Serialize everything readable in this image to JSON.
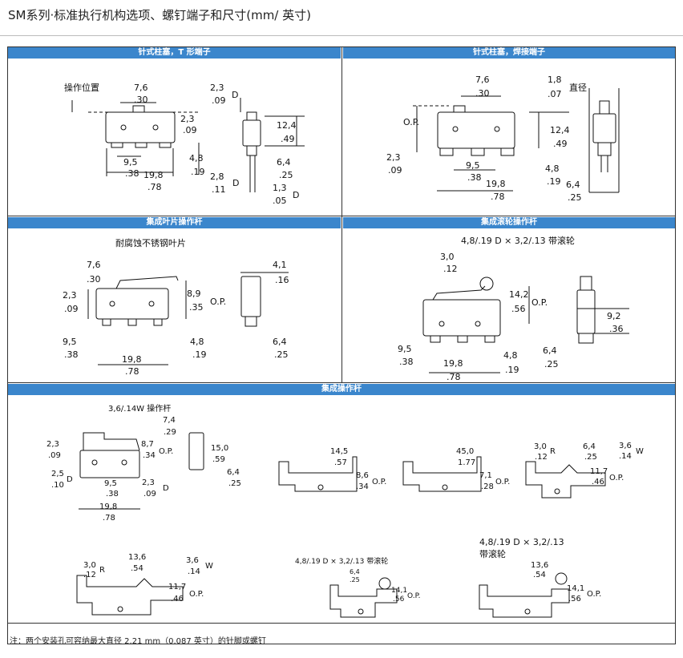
{
  "title": "SM系列·标准执行机构选项、螺钉端子和尺寸(mm/ 英寸)",
  "sections": {
    "pin_t": "针式柱塞，T 形端子",
    "pin_solder": "针式柱塞，焊接端子",
    "leaf": "集成叶片操作杆",
    "roller": "集成滚轮操作杆",
    "lever": "集成操作杆"
  },
  "labels": {
    "op_position": "操作位置",
    "op": "O.P.",
    "diameter": "直径",
    "stainless": "耐腐蚀不锈钢叶片",
    "roller_spec": "4,8/.19 D × 3,2/.13 带滚轮",
    "lever_spec": "3,6/.14W 操作杆",
    "roller_spec_a": "4,8/.19 D × 3,2/.13",
    "roller_suffix": "带滚轮",
    "d": "D",
    "r": "R",
    "w": "W"
  },
  "dims": {
    "d7_6": "7,6",
    "d_30": ".30",
    "d2_3": "2,3",
    "d_09": ".09",
    "d12_4": "12,4",
    "d_49": ".49",
    "d9_5": "9,5",
    "d_38": ".38",
    "d19_8": "19,8",
    "d_78": ".78",
    "d4_8": "4,8",
    "d_19": ".19",
    "d2_8": "2,8",
    "d_11": ".11",
    "d6_4": "6,4",
    "d_25": ".25",
    "d1_3": "1,3",
    "d_05": ".05",
    "d1_8": "1,8",
    "d_07": ".07",
    "d4_1": "4,1",
    "d_16": ".16",
    "d8_9": "8,9",
    "d_35": ".35",
    "d3_0": "3,0",
    "d_12": ".12",
    "d14_2": "14,2",
    "d_56": ".56",
    "d9_2": "9,2",
    "d_36": ".36",
    "d7_4": "7,4",
    "d_29": ".29",
    "d8_7": "8,7",
    "d_34": ".34",
    "d15_0": "15,0",
    "d_59": ".59",
    "d2_5": "2,5",
    "d_10": ".10",
    "d14_5": "14,5",
    "d_57": ".57",
    "d8_6": "8,6",
    "d45_0": "45,0",
    "d1_77": "1.77",
    "d7_1": "7,1",
    "d_28": ".28",
    "d3_6": "3,6",
    "d_14": ".14",
    "d11_7": "11,7",
    "d_46": ".46",
    "d13_6": "13,6",
    "d_54": ".54",
    "d14_1": "14,1"
  },
  "footnote": "注：两个安装孔可容纳最大直径 2.21 mm（0.087 英寸）的针脚或螺钉"
}
